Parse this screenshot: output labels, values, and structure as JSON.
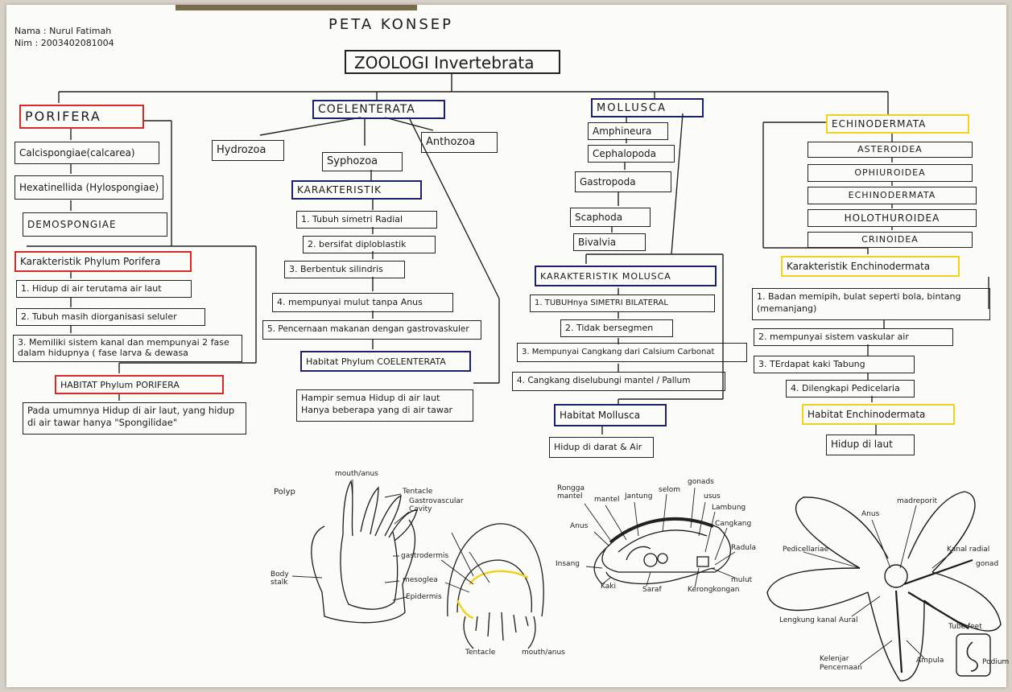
{
  "header": {
    "title": "PETA  KONSEP",
    "name_line": "Nama : Nurul Fatimah",
    "nim_line": "Nim    : 2003402081004"
  },
  "main_title": "ZOOLOGI Invertebrata",
  "porifera": {
    "title": "PORIFERA",
    "classes": [
      "Calcispongiae(calcarea)",
      "Hexatinellida (Hylospongiae)",
      "DEMOSPONGIAE"
    ],
    "char_title": "Karakteristik Phylum Porifera",
    "chars": [
      "1. Hidup di air terutama air laut",
      "2. Tubuh masih diorganisasi seluler",
      "3. Memiliki sistem kanal dan mempunyai 2 fase dalam hidupnya ( fase larva & dewasa"
    ],
    "habitat_title": "HABITAT Phylum PORIFERA",
    "habitat": "Pada umumnya Hidup di air laut, yang hidup di air tawar hanya \"Spongilidae\""
  },
  "coelenterata": {
    "title": "COELENTERATA",
    "classes": [
      "Hydrozoa",
      "Syphozoa",
      "Anthozoa"
    ],
    "char_title": "KARAKTERISTIK",
    "chars": [
      "1. Tubuh simetri Radial",
      "2. bersifat diploblastik",
      "3. Berbentuk silindris",
      "4. mempunyai mulut tanpa Anus",
      "5. Pencernaan makanan dengan gastrovaskuler"
    ],
    "habitat_title": "Habitat Phylum COELENTERATA",
    "habitat": "Hampir semua Hidup di air laut Hanya beberapa yang di air tawar"
  },
  "mollusca": {
    "title": "MOLLUSCA",
    "classes": [
      "Amphineura",
      "Cephalopoda",
      "Gastropoda",
      "Scaphoda",
      "Bivalvia"
    ],
    "char_title": "KARAKTERISTIK MOLUSCA",
    "chars": [
      "1. TUBUHnya SIMETRI BILATERAL",
      "2. Tidak bersegmen",
      "3. Mempunyai Cangkang dari Calsium Carbonat",
      "4. Cangkang diselubungi mantel / Pallum"
    ],
    "habitat_title": "Habitat Mollusca",
    "habitat": "Hidup di darat & Air"
  },
  "echinodermata": {
    "title": "ECHINODERMATA",
    "classes": [
      "ASTEROIDEA",
      "OPHIUROIDEA",
      "ECHINODERMATA",
      "HOLOTHUROIDEA",
      "CRINOIDEA"
    ],
    "char_title": "Karakteristik Enchinodermata",
    "chars": [
      "1. Badan memipih, bulat seperti bola, bintang (memanjang)",
      "2. mempunyai sistem vaskular air",
      "3. TErdapat kaki Tabung",
      "4. Dilengkapi Pedicelaria"
    ],
    "habitat_title": "Habitat Enchinodermata",
    "habitat": "Hidup di laut"
  },
  "drawings": {
    "polyp": {
      "title": "Polyp",
      "labels": [
        "mouth/anus",
        "Tentacle",
        "Gastrovascular Cavity",
        "gastrodermis",
        "mesoglea",
        "Epidermis",
        "Body stalk"
      ]
    },
    "medusa": {
      "labels": [
        "Tentacle",
        "mouth/anus"
      ]
    },
    "snail": {
      "labels": [
        "Rongga mantel",
        "mantel",
        "Jantung",
        "selom",
        "gonads",
        "usus",
        "Lambung",
        "Cangkang",
        "Radula",
        "Anus",
        "Insang",
        "Kaki",
        "Saraf",
        "Kerongkongan",
        "mulut"
      ]
    },
    "starfish": {
      "labels": [
        "Anus",
        "madreporit",
        "Kanal radial",
        "gonad",
        "Pedicellariae",
        "Lengkung kanal Aural",
        "Ampula",
        "Tube feet",
        "Kelenjar Pencernaan",
        "Podium"
      ]
    }
  },
  "colors": {
    "porifera": "#d62a2a",
    "coelenterata": "#1c1f6e",
    "mollusca": "#1c1f6e",
    "echinodermata": "#f2d21e",
    "ink": "#1b1b1b"
  }
}
